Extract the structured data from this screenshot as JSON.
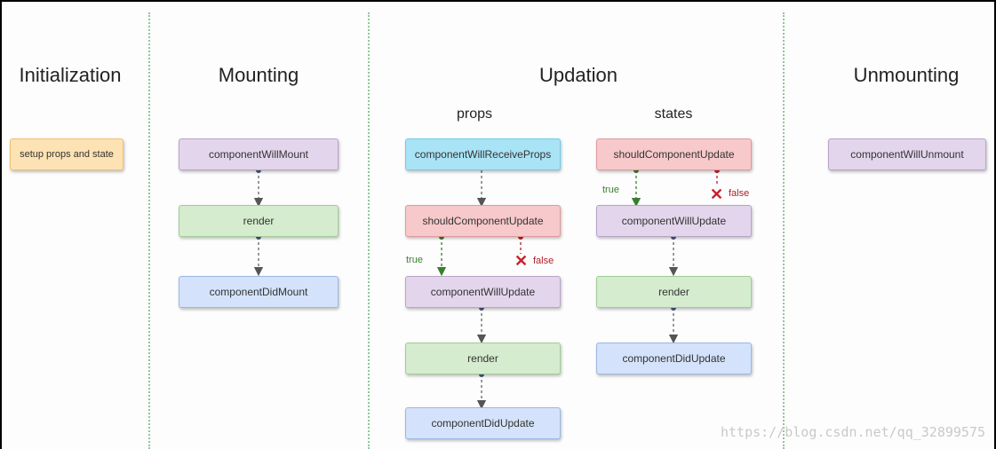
{
  "phases": {
    "initialization": "Initialization",
    "mounting": "Mounting",
    "updation": "Updation",
    "unmounting": "Unmounting"
  },
  "subheads": {
    "props": "props",
    "states": "states"
  },
  "init": {
    "setup": "setup props and state"
  },
  "mounting": {
    "will_mount": "componentWillMount",
    "render": "render",
    "did_mount": "componentDidMount"
  },
  "props_flow": {
    "will_receive": "componentWillReceiveProps",
    "should_update": "shouldComponentUpdate",
    "true_label": "true",
    "false_label": "false",
    "will_update": "componentWillUpdate",
    "render": "render",
    "did_update": "componentDidUpdate"
  },
  "states_flow": {
    "should_update": "shouldComponentUpdate",
    "true_label": "true",
    "false_label": "false",
    "will_update": "componentWillUpdate",
    "render": "render",
    "did_update": "componentDidUpdate"
  },
  "unmounting": {
    "will_unmount": "componentWillUnmount"
  },
  "watermark": "https://blog.csdn.net/qq_32899575",
  "colors": {
    "purple": "#e3d6ec",
    "green": "#d5eccf",
    "blue": "#d4e3fb",
    "cyan": "#a9e3f6",
    "red": "#f7c9ca",
    "orange": "#fde2b3",
    "true_color": "#3a7d2f",
    "false_color": "#b0202a"
  },
  "icons": {
    "false_marker": "cross-icon"
  }
}
